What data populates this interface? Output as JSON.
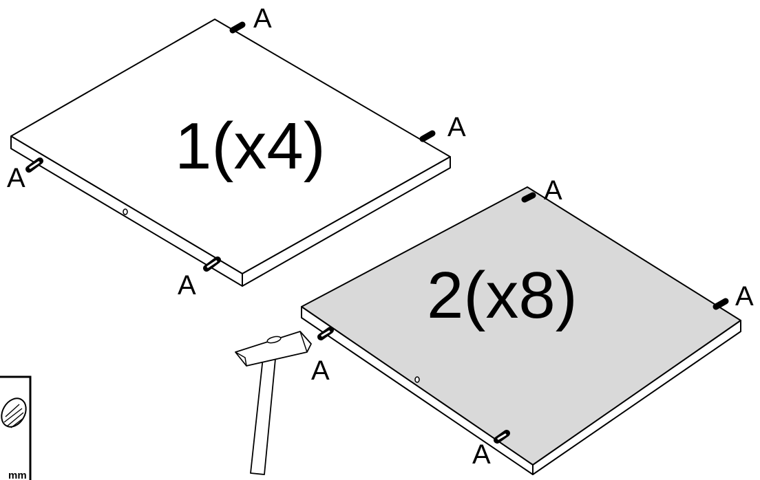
{
  "panels": [
    {
      "label": "1(x4)",
      "color": "#ffffff"
    },
    {
      "label": "2(x8)",
      "color": "#d9d9d9"
    }
  ],
  "dowel_label": "A",
  "callout": {
    "text": "mm"
  },
  "line_color": "#000000"
}
